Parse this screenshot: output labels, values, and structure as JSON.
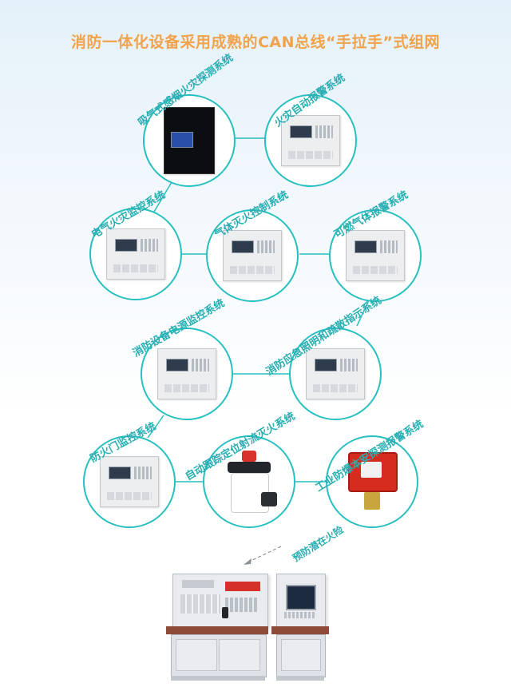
{
  "title": "消防一体化设备采用成熟的CAN总线“手拉手”式组网",
  "theme": {
    "accent": "#27bfc0",
    "title_color": "#f0a34a",
    "console_wood": "#8e4b38"
  },
  "nodes": [
    {
      "id": "aspirating-smoke",
      "label": "吸气式感烟火灾探测系统"
    },
    {
      "id": "fire-alarm",
      "label": "火灾自动报警系统"
    },
    {
      "id": "electrical-fire",
      "label": "电气火灾监控系统"
    },
    {
      "id": "gas-extinguish",
      "label": "气体灭火控制系统"
    },
    {
      "id": "combustible-gas",
      "label": "可燃气体报警系统"
    },
    {
      "id": "power-monitor",
      "label": "消防设备电源监控系统"
    },
    {
      "id": "emergency-lighting",
      "label": "消防应急照明和疏散指示系统"
    },
    {
      "id": "fire-door",
      "label": "防火门监控系统"
    },
    {
      "id": "auto-tracking",
      "label": "自动跟踪定位射流灭火系统"
    },
    {
      "id": "explosion-proof",
      "label": "工业防爆本安探测报警系统"
    }
  ],
  "bottom_label": "预防潜在火险"
}
